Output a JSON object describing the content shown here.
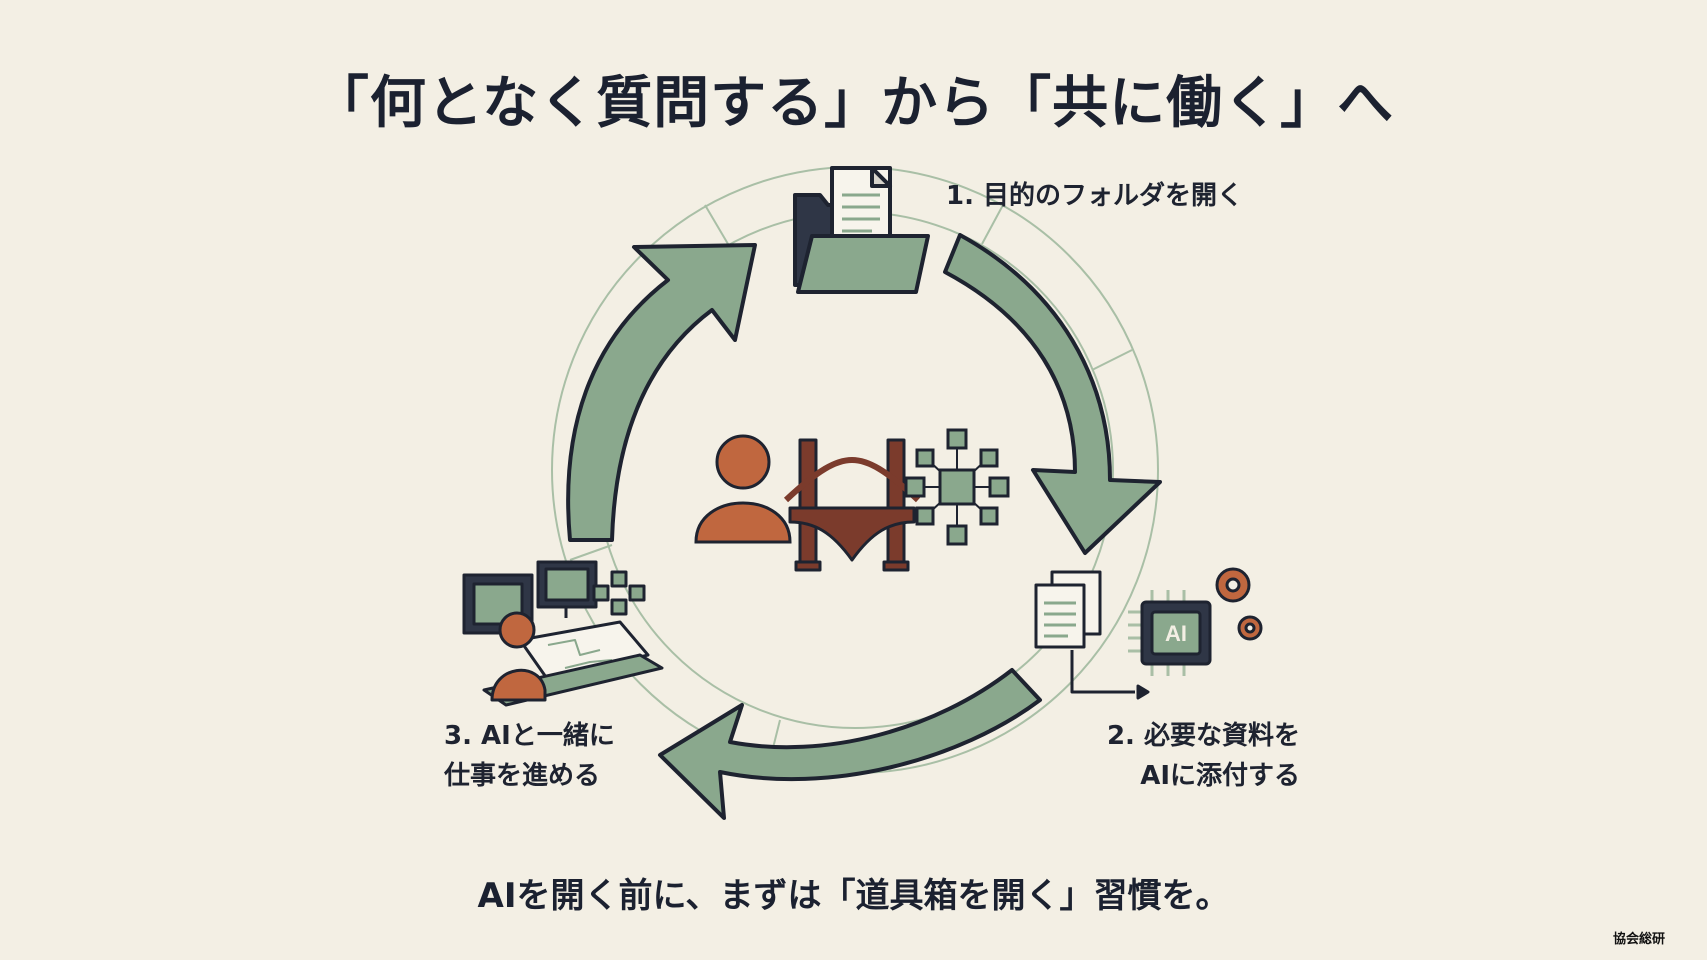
{
  "title": "「何となく質問する」から「共に働く」へ",
  "steps": [
    {
      "label": "1. 目的のフォルダを開く",
      "icon": "folder-with-documents-icon"
    },
    {
      "label_line1": "2. 必要な資料を",
      "label_line2": "AIに添付する",
      "icon": "documents-to-ai-chip-icon",
      "chip_text": "AI"
    },
    {
      "label_line1": "3. AIと一緒に",
      "label_line2": "仕事を進める",
      "icon": "person-working-with-ai-icon"
    }
  ],
  "center": {
    "icons": [
      "person-icon",
      "bridge-icon",
      "ai-network-icon"
    ]
  },
  "tagline": "AIを開く前に、まずは「道具箱を開く」習慣を。",
  "footer": "協会総研",
  "colors": {
    "background": "#f3efe4",
    "arrow_green": "#8aa88d",
    "outline_navy": "#1e2330",
    "person_orange": "#c0673f",
    "bridge_brown": "#7b3b2c"
  }
}
